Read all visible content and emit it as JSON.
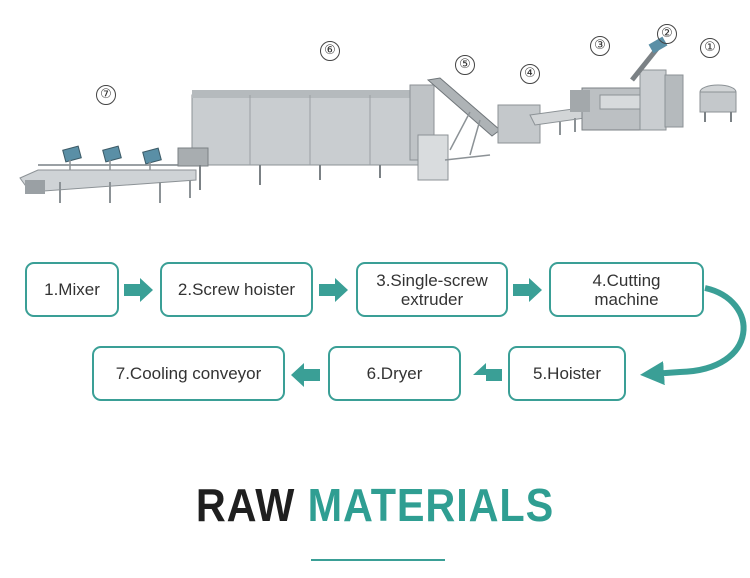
{
  "colors": {
    "accent": "#3a9f96",
    "title_dark": "#1f1f1f",
    "title_accent": "#2f9e92"
  },
  "machine_numbers": [
    "①",
    "②",
    "③",
    "④",
    "⑤",
    "⑥",
    "⑦"
  ],
  "steps": [
    "1.Mixer",
    "2.Screw hoister",
    "3.Single-screw\nextruder",
    "4.Cutting\nmachine",
    "5.Hoister",
    "6.Dryer",
    "7.Cooling conveyor"
  ],
  "title": {
    "word1": "RAW",
    "word2": "MATERIALS"
  }
}
